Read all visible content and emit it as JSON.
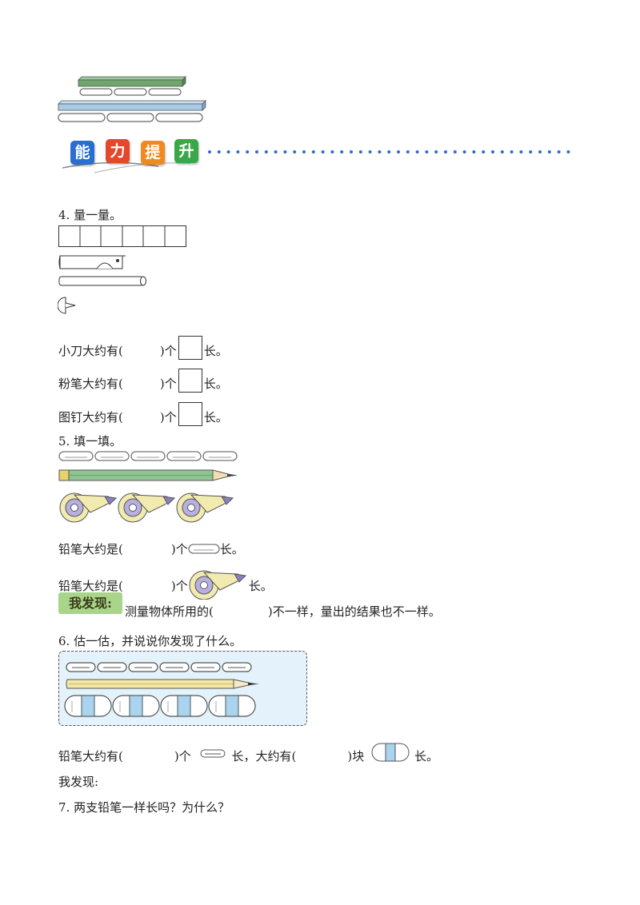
{
  "header": {
    "section_chars": [
      "能",
      "力",
      "提",
      "升"
    ],
    "badge_colors": [
      "#2a6fd0",
      "#e4472b",
      "#f08a1f",
      "#3aa748"
    ],
    "dots_color": "#2f6ec4"
  },
  "q4": {
    "title": "4. 量一量。",
    "grid_cells": 6,
    "lines": [
      {
        "prefix": "小刀大约有(",
        "mid": ")个",
        "suffix": "长。"
      },
      {
        "prefix": "粉笔大约有(",
        "mid": ")个",
        "suffix": "长。"
      },
      {
        "prefix": "图钉大约有(",
        "mid": ")个",
        "suffix": "长。"
      }
    ]
  },
  "q5": {
    "title": "5. 填一填。",
    "lines": [
      {
        "prefix": "铅笔大约是(",
        "mid": ")个",
        "suffix": "长。"
      },
      {
        "prefix": "铅笔大约是(",
        "mid": ")个",
        "suffix": "长。"
      }
    ],
    "discover_label": "我发现:",
    "discover_prefix": "测量物体所用的(",
    "discover_suffix": ")不一样，量出的结果也不一样。"
  },
  "q6": {
    "title": "6. 估一估，并说说你发现了什么。",
    "line_prefix": "铅笔大约有(",
    "line_mid1": ")个",
    "line_mid2": "长，大约有(",
    "line_mid3": ")块",
    "line_suffix": "长。",
    "finding": "我发现:"
  },
  "q7": {
    "title": "7. 两支铅笔一样长吗？为什么？"
  }
}
